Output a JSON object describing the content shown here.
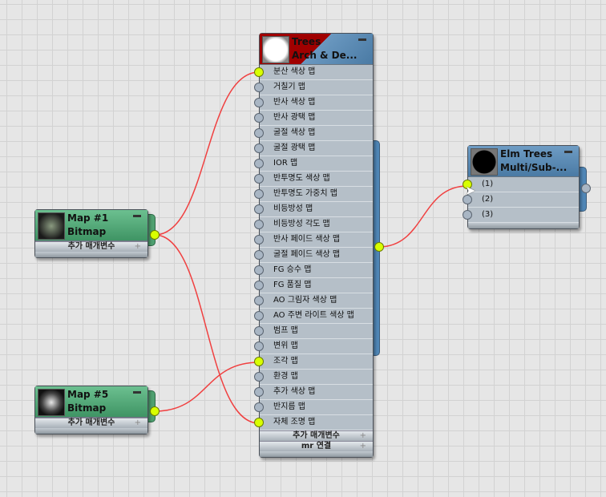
{
  "main_node": {
    "title": "Trees",
    "subtitle": "Arch & De...",
    "slots": [
      {
        "label": "분산 색상 맵",
        "connected": true
      },
      {
        "label": "거칠기 맵",
        "connected": false
      },
      {
        "label": "반사 색상 맵",
        "connected": false
      },
      {
        "label": "반사 광택 맵",
        "connected": false
      },
      {
        "label": "굴절 색상 맵",
        "connected": false
      },
      {
        "label": "굴절 광택 맵",
        "connected": false
      },
      {
        "label": "IOR 맵",
        "connected": false
      },
      {
        "label": "반투명도 색상 맵",
        "connected": false
      },
      {
        "label": "반투명도 가중치 맵",
        "connected": false
      },
      {
        "label": "비등방성 맵",
        "connected": false
      },
      {
        "label": "비등방성 각도 맵",
        "connected": false
      },
      {
        "label": "반사 페이드 색상 맵",
        "connected": false
      },
      {
        "label": "굴절 페이드 색상 맵",
        "connected": false
      },
      {
        "label": "FG 승수 맵",
        "connected": false
      },
      {
        "label": "FG 품질 맵",
        "connected": false
      },
      {
        "label": "AO 그림자 색상 맵",
        "connected": false
      },
      {
        "label": "AO 주변 라이트 색상 맵",
        "connected": false
      },
      {
        "label": "범프 맵",
        "connected": false
      },
      {
        "label": "변위 맵",
        "connected": false
      },
      {
        "label": "조각 맵",
        "connected": true
      },
      {
        "label": "환경 맵",
        "connected": false
      },
      {
        "label": "추가 색상 맵",
        "connected": false
      },
      {
        "label": "반지름 맵",
        "connected": false
      },
      {
        "label": "자체 조명 맵",
        "connected": true
      }
    ],
    "extra_params": "추가 매개변수",
    "mr_connection": "mr 연결"
  },
  "map1": {
    "title": "Map #1",
    "subtitle": "Bitmap",
    "extra_params": "추가 매개변수"
  },
  "map5": {
    "title": "Map #5",
    "subtitle": "Bitmap",
    "extra_params": "추가 매개변수"
  },
  "multi_node": {
    "title": "Elm Trees",
    "subtitle": "Multi/Sub-...",
    "slots": [
      "(1)",
      "(2)",
      "(3)"
    ]
  },
  "colors": {
    "wire": "#ff3030",
    "socket_on": "#d8ff00",
    "material_header": "#5a8ab4",
    "map_header": "#4fa070"
  }
}
